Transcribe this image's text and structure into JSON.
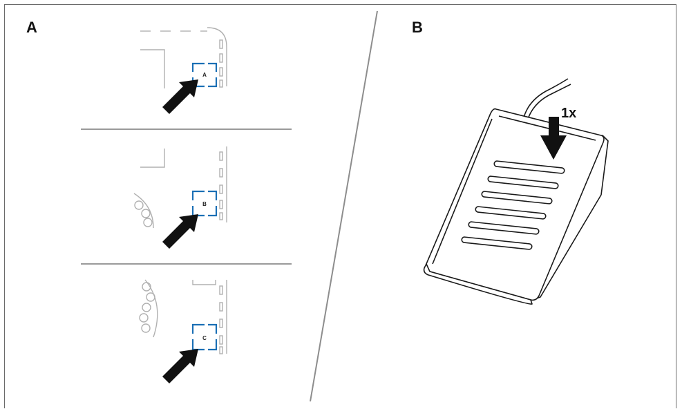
{
  "panels": {
    "a": {
      "label": "A"
    },
    "b": {
      "label": "B"
    }
  },
  "steps": [
    {
      "button_letter": "A"
    },
    {
      "button_letter": "B"
    },
    {
      "button_letter": "C"
    }
  ],
  "footswitch": {
    "press_count": "1x"
  },
  "colors": {
    "button_outline": "#1a6fb5",
    "line_art": "#1a1a1a",
    "faint_line_art": "#b5b5b5",
    "divider": "#9a9a9a"
  }
}
